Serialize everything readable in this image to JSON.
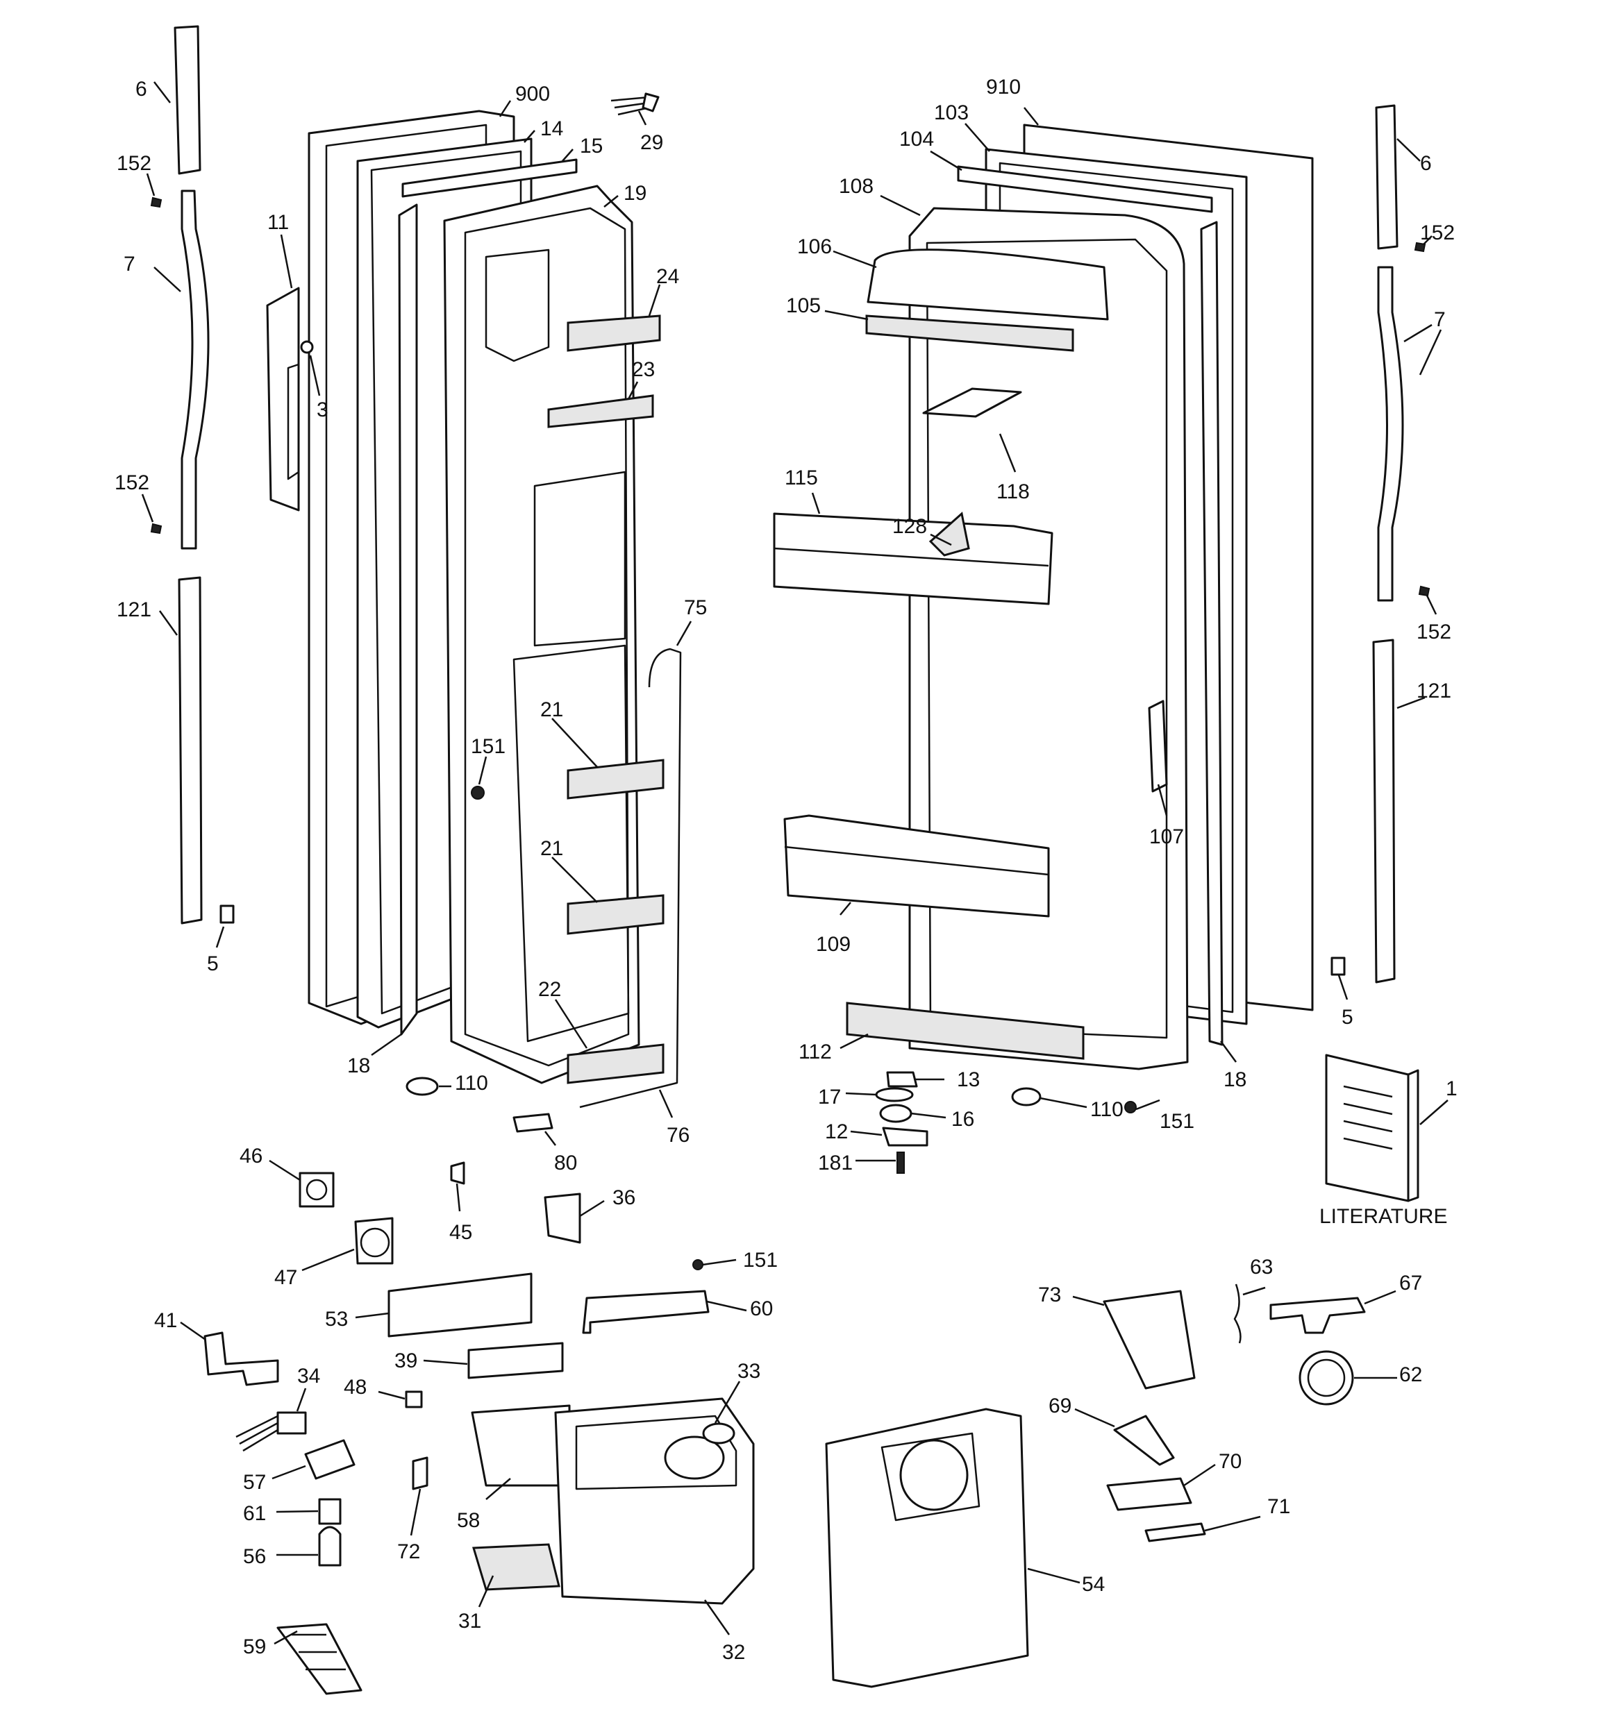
{
  "labels": {
    "l900": "900",
    "l14": "14",
    "l15": "15",
    "l29": "29",
    "l19": "19",
    "l6a": "6",
    "l152a": "152",
    "l11": "11",
    "l7a": "7",
    "l3": "3",
    "l24": "24",
    "l23": "23",
    "l152b": "152",
    "l121a": "121",
    "l75": "75",
    "l21a": "21",
    "l151a": "151",
    "l21b": "21",
    "l5a": "5",
    "l22": "22",
    "l18a": "18",
    "l110a": "110",
    "l80": "80",
    "l76": "76",
    "l910": "910",
    "l103": "103",
    "l104": "104",
    "l108": "108",
    "l106": "106",
    "l105": "105",
    "l118": "118",
    "l115": "115",
    "l128": "128",
    "l107": "107",
    "l109": "109",
    "l112": "112",
    "l13": "13",
    "l17": "17",
    "l16": "16",
    "l12": "12",
    "l181": "181",
    "l110b": "110",
    "l151b": "151",
    "l18b": "18",
    "l6b": "6",
    "l152c": "152",
    "l7b": "7",
    "l152d": "152",
    "l121b": "121",
    "l5b": "5",
    "l1": "1",
    "l46": "46",
    "l45": "45",
    "l36": "36",
    "l47": "47",
    "l151c": "151",
    "l53": "53",
    "l60": "60",
    "l41": "41",
    "l39": "39",
    "l34": "34",
    "l33": "33",
    "l48": "48",
    "l57": "57",
    "l58": "58",
    "l61": "61",
    "l72": "72",
    "l56": "56",
    "l31": "31",
    "l32": "32",
    "l59": "59",
    "l73": "73",
    "l63": "63",
    "l67": "67",
    "l62": "62",
    "l69": "69",
    "l70": "70",
    "l71": "71",
    "l54": "54"
  },
  "literature": {
    "label": "LITERATURE"
  }
}
